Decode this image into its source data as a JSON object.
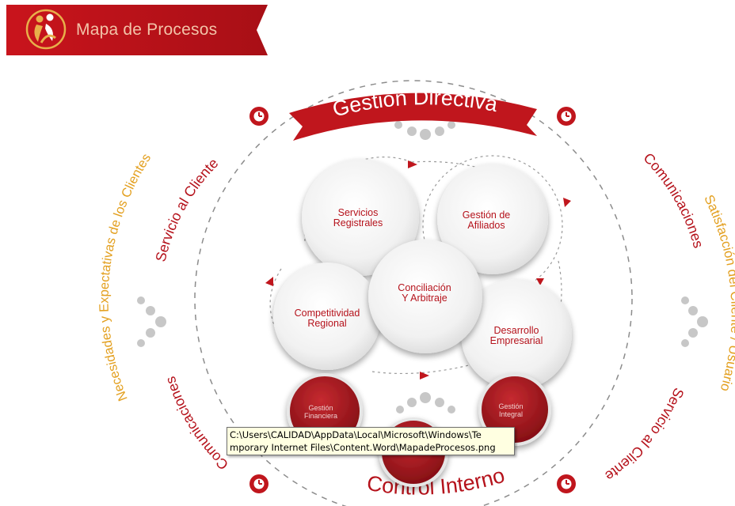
{
  "header": {
    "title": "Mapa de Procesos",
    "accent_color": "#c0161d",
    "logo_icon": "people-logo-icon"
  },
  "diagram": {
    "top_banner": "Gestión Directiva",
    "bottom_banner": "Control Interno",
    "left_outer": "Necesidades  y Expectativas  de los Clientes",
    "left_upper": "Servicio al Cliente",
    "left_lower": "Comunicaciones",
    "right_upper": "Comunicaciones",
    "right_outer": "Satisfacción  del  Cliente / Usuario",
    "right_lower": "Servicio al Cliente",
    "bubbles": {
      "servicios": [
        "Servicios",
        "Registrales"
      ],
      "afiliados": [
        "Gestión de",
        "Afiliados"
      ],
      "conciliacion": [
        "Conciliación",
        "Y Arbitraje"
      ],
      "competitividad": [
        "Competitividad",
        "Regional"
      ],
      "desarrollo": [
        "Desarrollo",
        "Empresarial"
      ],
      "financiera": [
        "Gestión",
        "Financiera"
      ],
      "integral": [
        "Gestión",
        "Integral"
      ]
    },
    "primary_text_color": "#b5121b",
    "secondary_text_color": "#e3a020"
  },
  "tooltip": {
    "line1": "C:\\Users\\CALIDAD\\AppData\\Local\\Microsoft\\Windows\\Te",
    "line2": "mporary Internet Files\\Content.Word\\MapadeProcesos.png"
  }
}
